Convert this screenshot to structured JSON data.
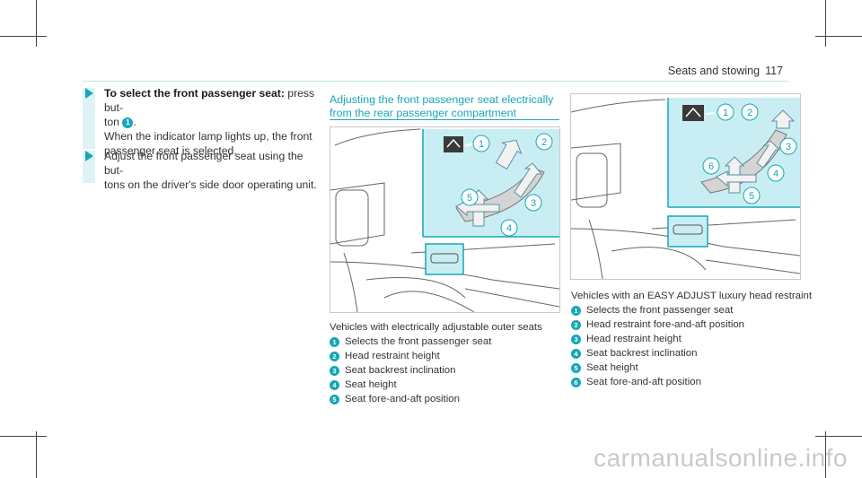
{
  "header": {
    "section": "Seats and stowing",
    "page_number": "117"
  },
  "left_column": {
    "step1_title": "To select the front passenger seat:",
    "step1_text_a": " press but-",
    "step1_text_b": "ton",
    "step1_ref": "1",
    "step1_text_c": ".",
    "step1_line3": "When the indicator lamp lights up, the front",
    "step1_line4": "passenger seat is selected.",
    "step2_line1": "Adjust the front passenger seat using the but-",
    "step2_line2": "tons on the driver's side door operating unit."
  },
  "middle_column": {
    "title_line1": "Adjusting the front passenger seat electrically",
    "title_line2": "from the rear passenger compartment",
    "caption": "Vehicles with electrically adjustable outer seats",
    "legend": [
      {
        "n": "1",
        "text": "Selects the front passenger seat"
      },
      {
        "n": "2",
        "text": "Head restraint height"
      },
      {
        "n": "3",
        "text": "Seat backrest inclination"
      },
      {
        "n": "4",
        "text": "Seat height"
      },
      {
        "n": "5",
        "text": "Seat fore-and-aft position"
      }
    ],
    "figure_callouts": [
      "1",
      "2",
      "3",
      "4",
      "5"
    ]
  },
  "right_column": {
    "caption": "Vehicles with an EASY ADJUST luxury head restraint",
    "legend": [
      {
        "n": "1",
        "text": "Selects the front passenger seat"
      },
      {
        "n": "2",
        "text": "Head restraint fore-and-aft position"
      },
      {
        "n": "3",
        "text": "Head restraint height"
      },
      {
        "n": "4",
        "text": "Seat backrest inclination"
      },
      {
        "n": "5",
        "text": "Seat height"
      },
      {
        "n": "6",
        "text": "Seat fore-and-aft position"
      }
    ],
    "figure_callouts": [
      "1",
      "2",
      "3",
      "4",
      "5",
      "6"
    ]
  },
  "watermark": "carmanualsonline.info",
  "colors": {
    "accent": "#16a6b8",
    "highlight": "#c8eef4",
    "line": "#555555"
  }
}
